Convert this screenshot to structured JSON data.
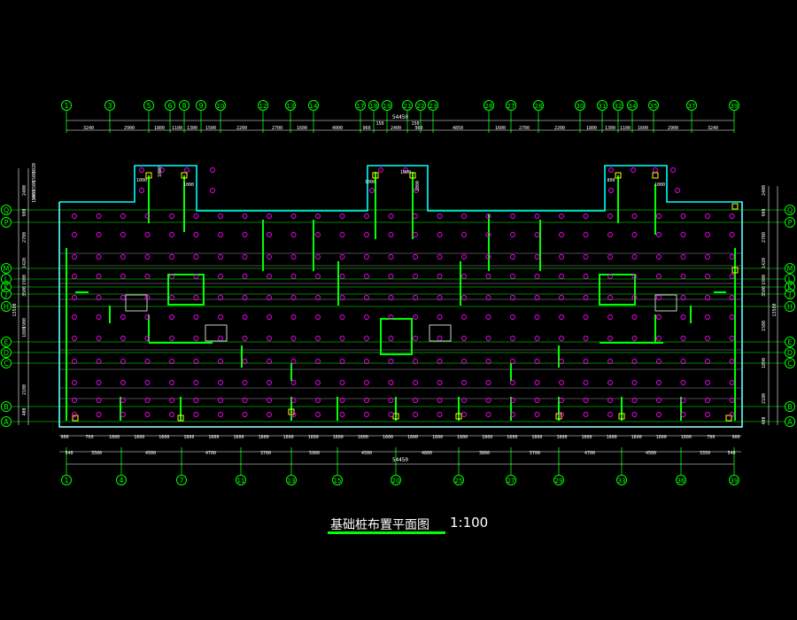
{
  "colors": {
    "background": "#000000",
    "axis": "#00ff00",
    "dimension": "#ffffff",
    "piles": "#ff00ff",
    "walls": "#00ff00",
    "outline": "#00ffff",
    "columns": "#ffff00",
    "lines_gray": "#9a9a9a"
  },
  "drawing": {
    "title": "基础桩布置平面图",
    "scale": "1:100"
  },
  "top_axes": [
    "1",
    "3",
    "5",
    "6",
    "8",
    "9",
    "10",
    "12",
    "13",
    "14",
    "17",
    "18",
    "19",
    "21",
    "22",
    "23",
    "26",
    "27",
    "28",
    "30",
    "31",
    "32",
    "34",
    "35",
    "37",
    "39"
  ],
  "bottom_axes": [
    "1",
    "4",
    "7",
    "11",
    "13",
    "15",
    "20",
    "25",
    "27",
    "29",
    "33",
    "36",
    "39"
  ],
  "row_axes": [
    "Q",
    "P",
    "M",
    "L",
    "K",
    "J",
    "H",
    "E",
    "D",
    "C",
    "B",
    "A"
  ],
  "top_total": "54450",
  "top_center_dims": [
    "150",
    "150"
  ],
  "top_dims": [
    "3240",
    "2900",
    "1800",
    "1100",
    "1300",
    "1500",
    "2200",
    "2700",
    "1600",
    "4000",
    "960",
    "2400",
    "960",
    "4850",
    "1600",
    "2700",
    "2200",
    "1800",
    "1300",
    "1100",
    "1600",
    "2900",
    "3240"
  ],
  "bottom_pile_dims": [
    "900",
    "700",
    "1600",
    "1600",
    "1600",
    "1600",
    "1600",
    "1600",
    "1600",
    "1600",
    "1600",
    "1600",
    "1600",
    "1600",
    "1600",
    "1600",
    "1600",
    "1600",
    "1600",
    "1600",
    "1600",
    "1600",
    "1600",
    "1600",
    "1600",
    "1600",
    "700",
    "900"
  ],
  "bottom_axis_dims": [
    "540",
    "3500",
    "4500",
    "4700",
    "3700",
    "5900",
    "4500",
    "4800",
    "3800",
    "5700",
    "4700",
    "4500",
    "3350",
    "540"
  ],
  "bottom_total": "54450",
  "left_dims": [
    "2400",
    "900",
    "2700",
    "1420",
    "1900",
    "3500",
    "1900",
    "1880",
    "2100",
    "400",
    "2400",
    "3020",
    "1500",
    "1500",
    "1500"
  ],
  "left_total": "13580",
  "right_dims": [
    "2400",
    "900",
    "2700",
    "1420",
    "1900",
    "3500",
    "1500",
    "1890",
    "2100",
    "400"
  ],
  "right_total": "13580",
  "notes": [
    "1000",
    "1000",
    "1000",
    "1000",
    "1000",
    "1000",
    "800",
    "1000"
  ]
}
